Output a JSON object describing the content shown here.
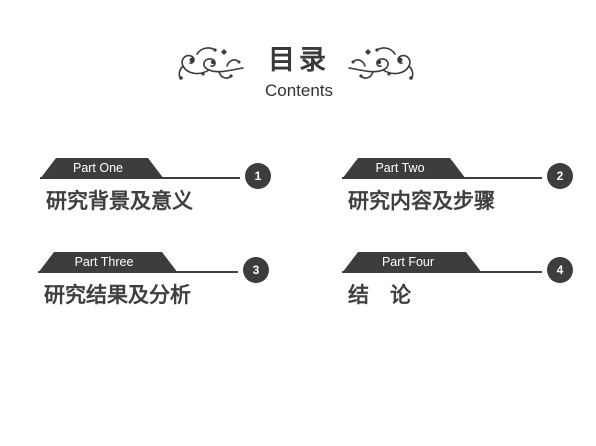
{
  "header": {
    "title": "目录",
    "subtitle": "Contents",
    "ornament_color": "#3a3a3a"
  },
  "sections": [
    {
      "part": "Part One",
      "number": "1",
      "title": "研究背景及意义"
    },
    {
      "part": "Part Two",
      "number": "2",
      "title": "研究内容及步骤"
    },
    {
      "part": "Part Three",
      "number": "3",
      "title": "研究结果及分析"
    },
    {
      "part": "Part Four",
      "number": "4",
      "title": "结　论"
    }
  ],
  "colors": {
    "tab": "#3d3d3d",
    "heading": "#3f3f3f",
    "background": "#ffffff"
  }
}
